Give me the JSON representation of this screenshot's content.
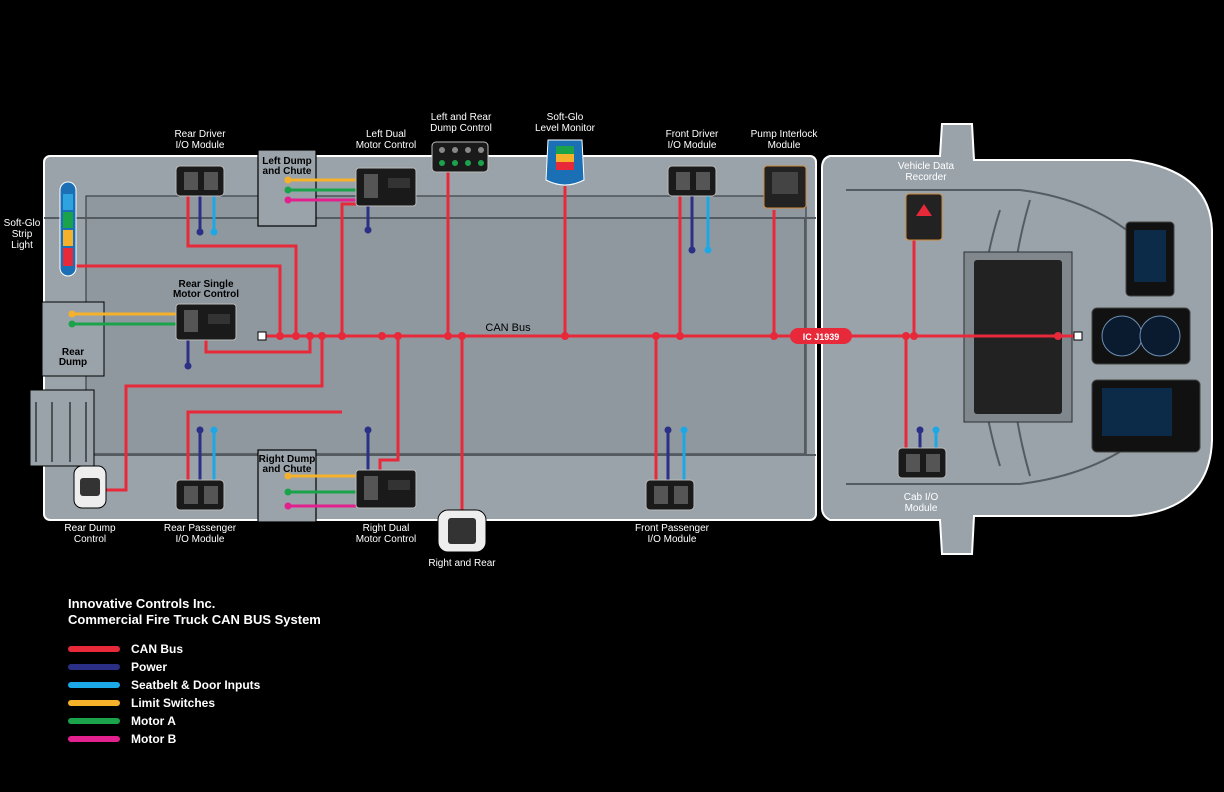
{
  "title": {
    "line1": "Innovative Controls Inc.",
    "line2": "Commercial Fire Truck CAN BUS System"
  },
  "colors": {
    "can_bus": "#e8293a",
    "power": "#2b2f86",
    "seatbelt": "#1ca7e6",
    "limit": "#f6b12a",
    "motor_a": "#1aa34a",
    "motor_b": "#e2208e",
    "body": "#9aa3aa",
    "outline": "#ffffff"
  },
  "labels": {
    "soft_glo_strip": [
      "Soft-Glo",
      "Strip",
      "Light"
    ],
    "rear_driver_io": [
      "Rear Driver",
      "I/O Module"
    ],
    "left_dump_chute": [
      "Left Dump",
      "and Chute"
    ],
    "left_dual_motor": [
      "Left Dual",
      "Motor Control"
    ],
    "left_rear_dump": [
      "Left and Rear",
      "Dump Control"
    ],
    "soft_glo_level": [
      "Soft-Glo",
      "Level Monitor"
    ],
    "front_driver_io": [
      "Front Driver",
      "I/O Module"
    ],
    "pump_interlock": [
      "Pump Interlock",
      "Module"
    ],
    "vehicle_data_recorder": [
      "Vehicle Data",
      "Recorder"
    ],
    "rear_single_motor": [
      "Rear Single",
      "Motor Control"
    ],
    "rear_dump": [
      "Rear",
      "Dump"
    ],
    "can_bus": "CAN Bus",
    "ic_j1939": "IC J1939",
    "right_dump_chute": [
      "Right Dump",
      "and Chute"
    ],
    "rear_dump_control": [
      "Rear Dump",
      "Control"
    ],
    "rear_passenger_io": [
      "Rear Passenger",
      "I/O Module"
    ],
    "right_dual_motor": [
      "Right Dual",
      "Motor Control"
    ],
    "right_and_rear": "Right and Rear",
    "front_passenger_io": [
      "Front Passenger",
      "I/O Module"
    ],
    "cab_io": [
      "Cab I/O",
      "Module"
    ]
  },
  "legend": [
    {
      "label": "CAN Bus",
      "color": "#e8293a"
    },
    {
      "label": "Power",
      "color": "#2b2f86"
    },
    {
      "label": "Seatbelt & Door Inputs",
      "color": "#1ca7e6"
    },
    {
      "label": "Limit Switches",
      "color": "#f6b12a"
    },
    {
      "label": "Motor A",
      "color": "#1aa34a"
    },
    {
      "label": "Motor B",
      "color": "#e2208e"
    }
  ]
}
